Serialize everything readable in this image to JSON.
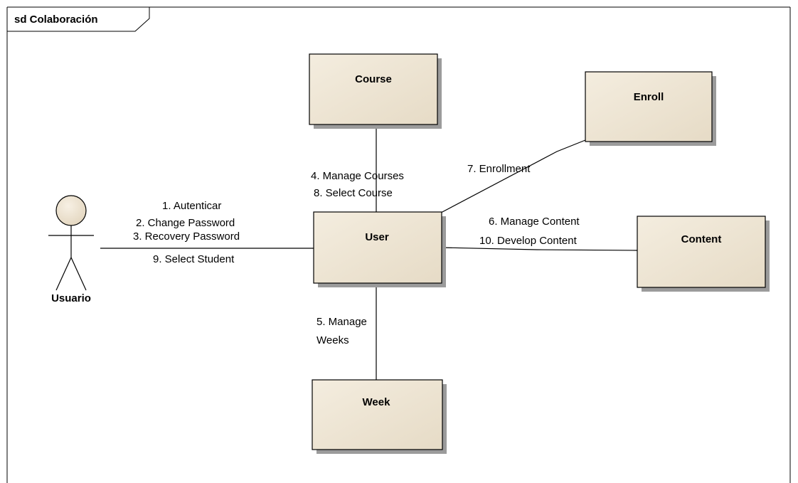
{
  "frame": {
    "label": "sd Colaboración"
  },
  "actor": {
    "name": "Usuario"
  },
  "objects": {
    "course": "Course",
    "enroll": "Enroll",
    "user": "User",
    "content": "Content",
    "week": "Week"
  },
  "messages": {
    "m1": "1. Autenticar",
    "m2": "2. Change Password",
    "m3": "3. Recovery Password",
    "m9": "9. Select Student",
    "m4": "4. Manage Courses",
    "m8": "8. Select Course",
    "m7": "7. Enrollment",
    "m6": "6. Manage Content",
    "m10": "10. Develop Content",
    "m5a": "5. Manage",
    "m5b": "Weeks"
  },
  "colors": {
    "box_fill": "#efe6d6",
    "box_stroke": "#000000",
    "shadow": "#9b9b9b",
    "actor_head": "#efe6d6"
  }
}
